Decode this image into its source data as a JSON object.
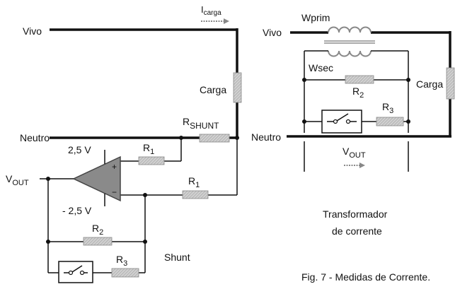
{
  "left_circuit": {
    "current_label": "I",
    "current_sub": "carga",
    "vivo": "Vivo",
    "carga": "Carga",
    "neutro": "Neutro",
    "rshunt_r": "R",
    "rshunt_sub": "SHUNT",
    "plus_supply": "2,5 V",
    "minus_supply": "- 2,5 V",
    "r1_top": "R",
    "r1_top_sub": "1",
    "r1_bottom": "R",
    "r1_bottom_sub": "1",
    "vout": "V",
    "vout_sub": "OUT",
    "r2": "R",
    "r2_sub": "2",
    "r3": "R",
    "r3_sub": "3",
    "shunt": "Shunt",
    "op_plus": "+",
    "op_minus": "−"
  },
  "right_circuit": {
    "wprim": "Wprim",
    "vivo": "Vivo",
    "wsec": "Wsec",
    "carga": "Carga",
    "r2": "R",
    "r2_sub": "2",
    "r3": "R",
    "r3_sub": "3",
    "neutro": "Neutro",
    "vout": "V",
    "vout_sub": "OUT",
    "caption_line1": "Transformador",
    "caption_line2": "de corrente"
  },
  "figure_caption": "Fig. 7 - Medidas de Corrente.",
  "colors": {
    "resistor_fill": "#c8c8c8",
    "opamp_fill": "#8a8a8a",
    "wire": "#111111"
  }
}
